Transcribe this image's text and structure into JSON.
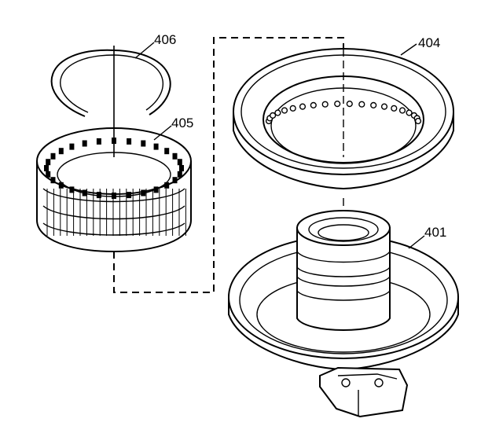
{
  "callouts": {
    "snap_ring": "406",
    "spring_assembly": "405",
    "piston": "404",
    "housing": "401"
  },
  "colors": {
    "ink": "#000000",
    "paper": "#ffffff"
  }
}
